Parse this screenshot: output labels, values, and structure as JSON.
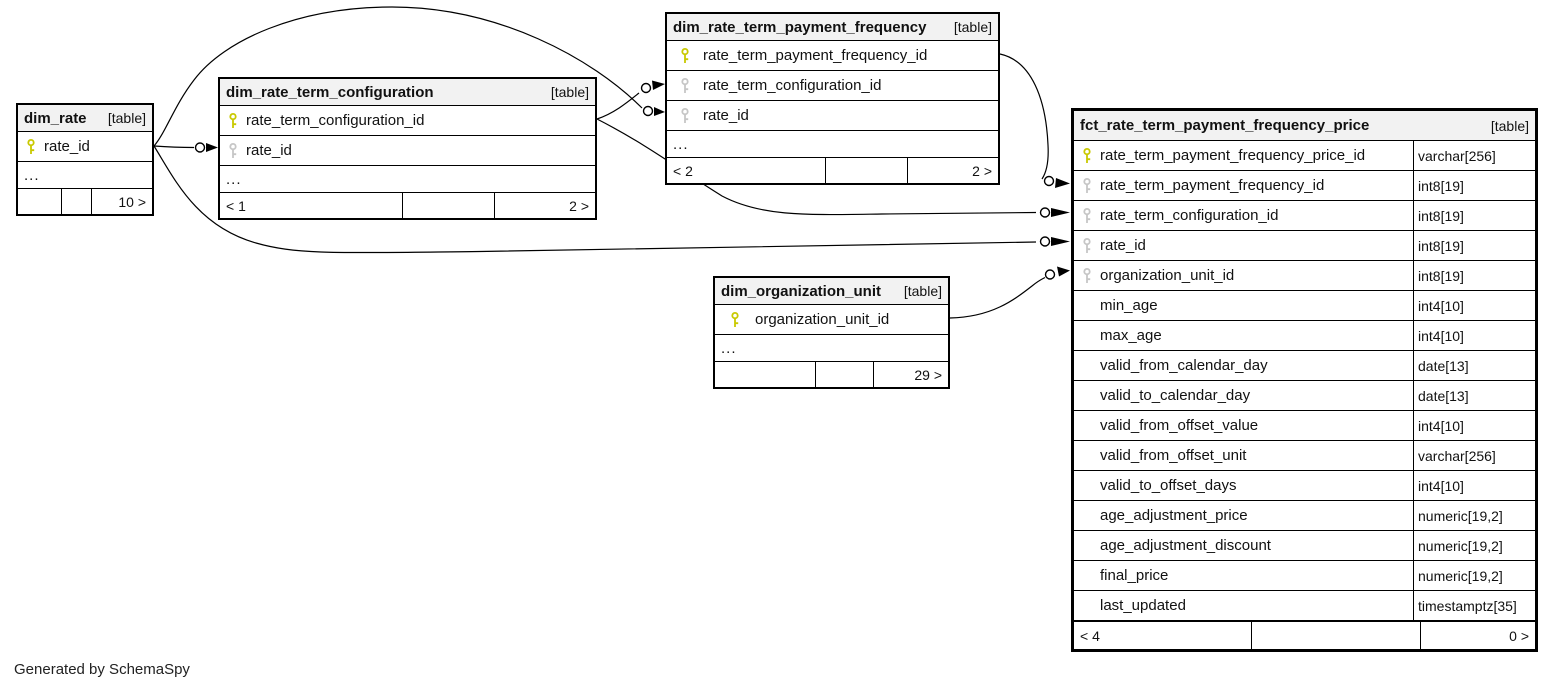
{
  "page": {
    "generated_note": "Generated by SchemaSpy"
  },
  "colors": {
    "primary_key": "#c9c900",
    "foreign_key": "#c6c6c6",
    "header_bg": "#f2f2f2",
    "border": "#000000"
  },
  "tables": [
    {
      "name": "dim_rate",
      "tag": "[table]",
      "ellipsis": "...",
      "columns": [
        {
          "name": "rate_id",
          "key": "pk"
        }
      ],
      "footer": {
        "parents": "",
        "middle": "",
        "children": "10 >"
      }
    },
    {
      "name": "dim_rate_term_configuration",
      "tag": "[table]",
      "ellipsis": "...",
      "columns": [
        {
          "name": "rate_term_configuration_id",
          "key": "pk"
        },
        {
          "name": "rate_id",
          "key": "fk"
        }
      ],
      "footer": {
        "parents": "< 1",
        "middle": "",
        "children": "2 >"
      }
    },
    {
      "name": "dim_rate_term_payment_frequency",
      "tag": "[table]",
      "ellipsis": "...",
      "columns": [
        {
          "name": "rate_term_payment_frequency_id",
          "key": "pk"
        },
        {
          "name": "rate_term_configuration_id",
          "key": "fk"
        },
        {
          "name": "rate_id",
          "key": "fk"
        }
      ],
      "footer": {
        "parents": "< 2",
        "middle": "",
        "children": "2 >"
      }
    },
    {
      "name": "dim_organization_unit",
      "tag": "[table]",
      "ellipsis": "...",
      "columns": [
        {
          "name": "organization_unit_id",
          "key": "pk"
        }
      ],
      "footer": {
        "parents": "",
        "middle": "",
        "children": "29 >"
      }
    },
    {
      "name": "fct_rate_term_payment_frequency_price",
      "tag": "[table]",
      "columns": [
        {
          "name": "rate_term_payment_frequency_price_id",
          "key": "pk",
          "type": "varchar[256]"
        },
        {
          "name": "rate_term_payment_frequency_id",
          "key": "fk",
          "type": "int8[19]"
        },
        {
          "name": "rate_term_configuration_id",
          "key": "fk",
          "type": "int8[19]"
        },
        {
          "name": "rate_id",
          "key": "fk",
          "type": "int8[19]"
        },
        {
          "name": "organization_unit_id",
          "key": "fk",
          "type": "int8[19]"
        },
        {
          "name": "min_age",
          "key": "",
          "type": "int4[10]"
        },
        {
          "name": "max_age",
          "key": "",
          "type": "int4[10]"
        },
        {
          "name": "valid_from_calendar_day",
          "key": "",
          "type": "date[13]"
        },
        {
          "name": "valid_to_calendar_day",
          "key": "",
          "type": "date[13]"
        },
        {
          "name": "valid_from_offset_value",
          "key": "",
          "type": "int4[10]"
        },
        {
          "name": "valid_from_offset_unit",
          "key": "",
          "type": "varchar[256]"
        },
        {
          "name": "valid_to_offset_days",
          "key": "",
          "type": "int4[10]"
        },
        {
          "name": "age_adjustment_price",
          "key": "",
          "type": "numeric[19,2]"
        },
        {
          "name": "age_adjustment_discount",
          "key": "",
          "type": "numeric[19,2]"
        },
        {
          "name": "final_price",
          "key": "",
          "type": "numeric[19,2]"
        },
        {
          "name": "last_updated",
          "key": "",
          "type": "timestamptz[35]"
        }
      ],
      "footer": {
        "parents": "< 4",
        "middle": "",
        "children": "0 >"
      }
    }
  ],
  "relationships": [
    {
      "from": "dim_rate.rate_id",
      "to": "dim_rate_term_configuration.rate_id"
    },
    {
      "from": "dim_rate.rate_id",
      "to": "dim_rate_term_payment_frequency.rate_id"
    },
    {
      "from": "dim_rate.rate_id",
      "to": "fct_rate_term_payment_frequency_price.rate_id"
    },
    {
      "from": "dim_rate_term_configuration.rate_term_configuration_id",
      "to": "dim_rate_term_payment_frequency.rate_term_configuration_id"
    },
    {
      "from": "dim_rate_term_configuration.rate_term_configuration_id",
      "to": "fct_rate_term_payment_frequency_price.rate_term_configuration_id"
    },
    {
      "from": "dim_rate_term_payment_frequency.rate_term_payment_frequency_id",
      "to": "fct_rate_term_payment_frequency_price.rate_term_payment_frequency_id"
    },
    {
      "from": "dim_organization_unit.organization_unit_id",
      "to": "fct_rate_term_payment_frequency_price.organization_unit_id"
    }
  ]
}
